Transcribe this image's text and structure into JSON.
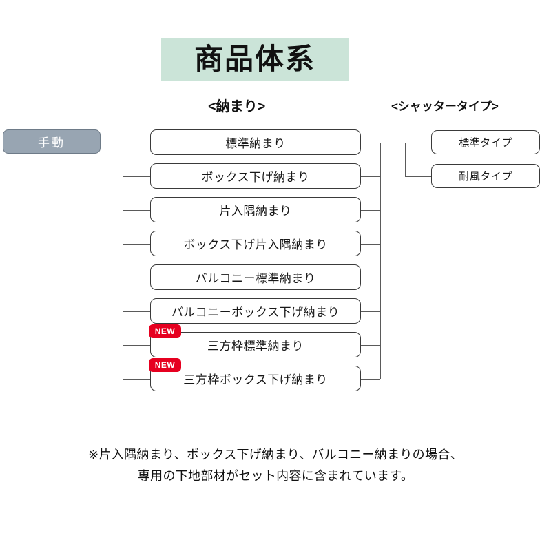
{
  "title": {
    "text": "商品体系",
    "background_color": "#cbe4d8"
  },
  "headings": {
    "osamari": "<納まり>",
    "shutter": "<シャッタータイプ>"
  },
  "root": {
    "label": "手動",
    "background_color": "#98a5b2",
    "text_color": "#ffffff"
  },
  "badge": {
    "label": "NEW",
    "color": "#e60020"
  },
  "osamari_nodes": [
    {
      "label": "標準納まり",
      "is_new": false
    },
    {
      "label": "ボックス下げ納まり",
      "is_new": false
    },
    {
      "label": "片入隅納まり",
      "is_new": false
    },
    {
      "label": "ボックス下げ片入隅納まり",
      "is_new": false
    },
    {
      "label": "バルコニー標準納まり",
      "is_new": false
    },
    {
      "label": "バルコニーボックス下げ納まり",
      "is_new": false
    },
    {
      "label": "三方枠標準納まり",
      "is_new": true
    },
    {
      "label": "三方枠ボックス下げ納まり",
      "is_new": true
    }
  ],
  "shutter_nodes": [
    {
      "label": "標準タイプ"
    },
    {
      "label": "耐風タイプ"
    }
  ],
  "footer": {
    "line1": "※片入隅納まり、ボックス下げ納まり、バルコニー納まりの場合、",
    "line2": "専用の下地部材がセット内容に含まれています。"
  }
}
